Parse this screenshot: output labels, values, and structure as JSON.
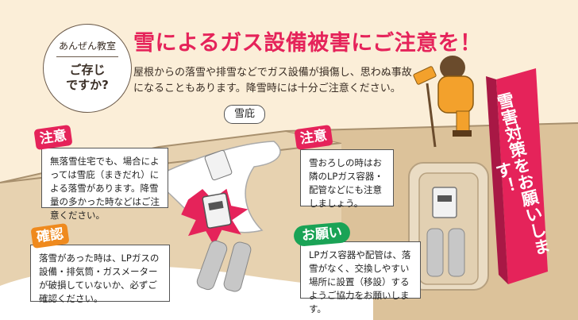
{
  "header": {
    "badge_top": "あんぜん教室",
    "badge_main": "ご存じ\nですか?",
    "title": "雪によるガス設備被害にご注意を！",
    "intro": "屋根からの落雪や排雪などでガス設備が損傷し、思わぬ事故になることもあります。降雪時には十分ご注意ください。"
  },
  "callout": "雪庇",
  "notes": [
    {
      "tag": "注意",
      "text": "無落雪住宅でも、場合によっては雪庇（まきだれ）による落雪があります。降雪量の多かった時などはご注意ください。"
    },
    {
      "tag": "注意",
      "text": "雪おろしの時はお隣のLPガス容器・配管などにも注意しましょう。"
    },
    {
      "tag": "確認",
      "text": "落雪があった時は、LPガスの設備・排気筒・ガスメーターが破損していないか、必ずご確認ください。"
    },
    {
      "tag": "お願い",
      "text": "LPガス容器や配管は、落雪がなく、交換しやすい場所に設置（移設）するようご協力をお願いします。"
    }
  ],
  "banner": "雪害対策をお願いします！",
  "colors": {
    "accent": "#e5235a",
    "orange": "#ef8a1e",
    "green": "#1aa356",
    "background": "#fbeed8"
  }
}
